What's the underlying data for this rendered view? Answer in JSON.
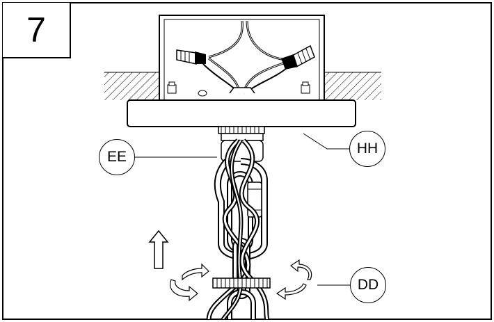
{
  "step": {
    "number": "7"
  },
  "callouts": {
    "ee": "EE",
    "hh": "HH",
    "dd": "DD"
  },
  "colors": {
    "line": "#000000",
    "background": "#ffffff"
  },
  "icons": {
    "up_arrow": "up-arrow-icon",
    "rotate_left": "rotate-arrow-icon",
    "rotate_right": "rotate-arrow-icon"
  }
}
